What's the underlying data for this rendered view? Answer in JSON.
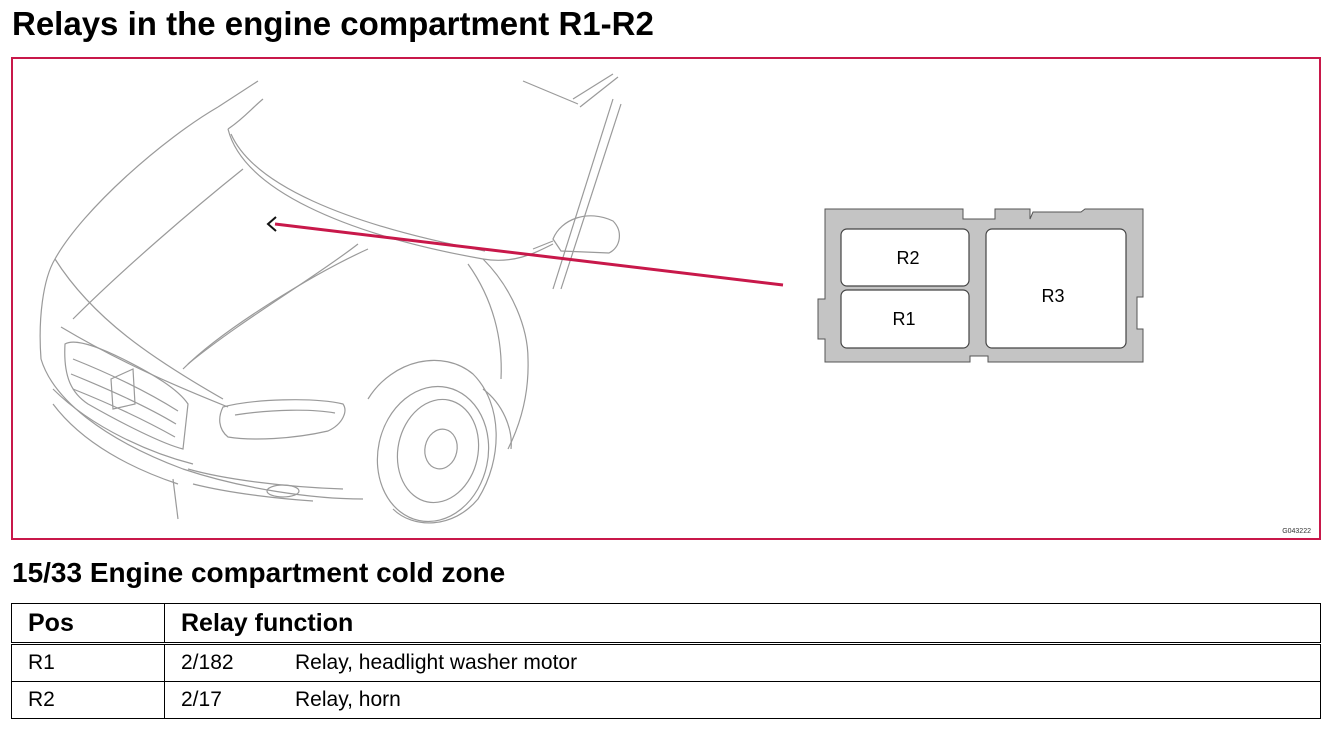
{
  "title": "Relays in the engine compartment R1-R2",
  "figure": {
    "frame_color": "#c8184a",
    "callout_color": "#c8184a",
    "relay_box_fill": "#c4c4c4",
    "image_code": "G043222",
    "slots": [
      {
        "label": "R2"
      },
      {
        "label": "R1"
      },
      {
        "label": "R3"
      }
    ]
  },
  "section_title": "15/33 Engine compartment cold zone",
  "table": {
    "headers": [
      "Pos",
      "Relay function"
    ],
    "rows": [
      {
        "pos": "R1",
        "code": "2/182",
        "function": "Relay, headlight washer motor"
      },
      {
        "pos": "R2",
        "code": "2/17",
        "function": "Relay, horn"
      }
    ]
  }
}
